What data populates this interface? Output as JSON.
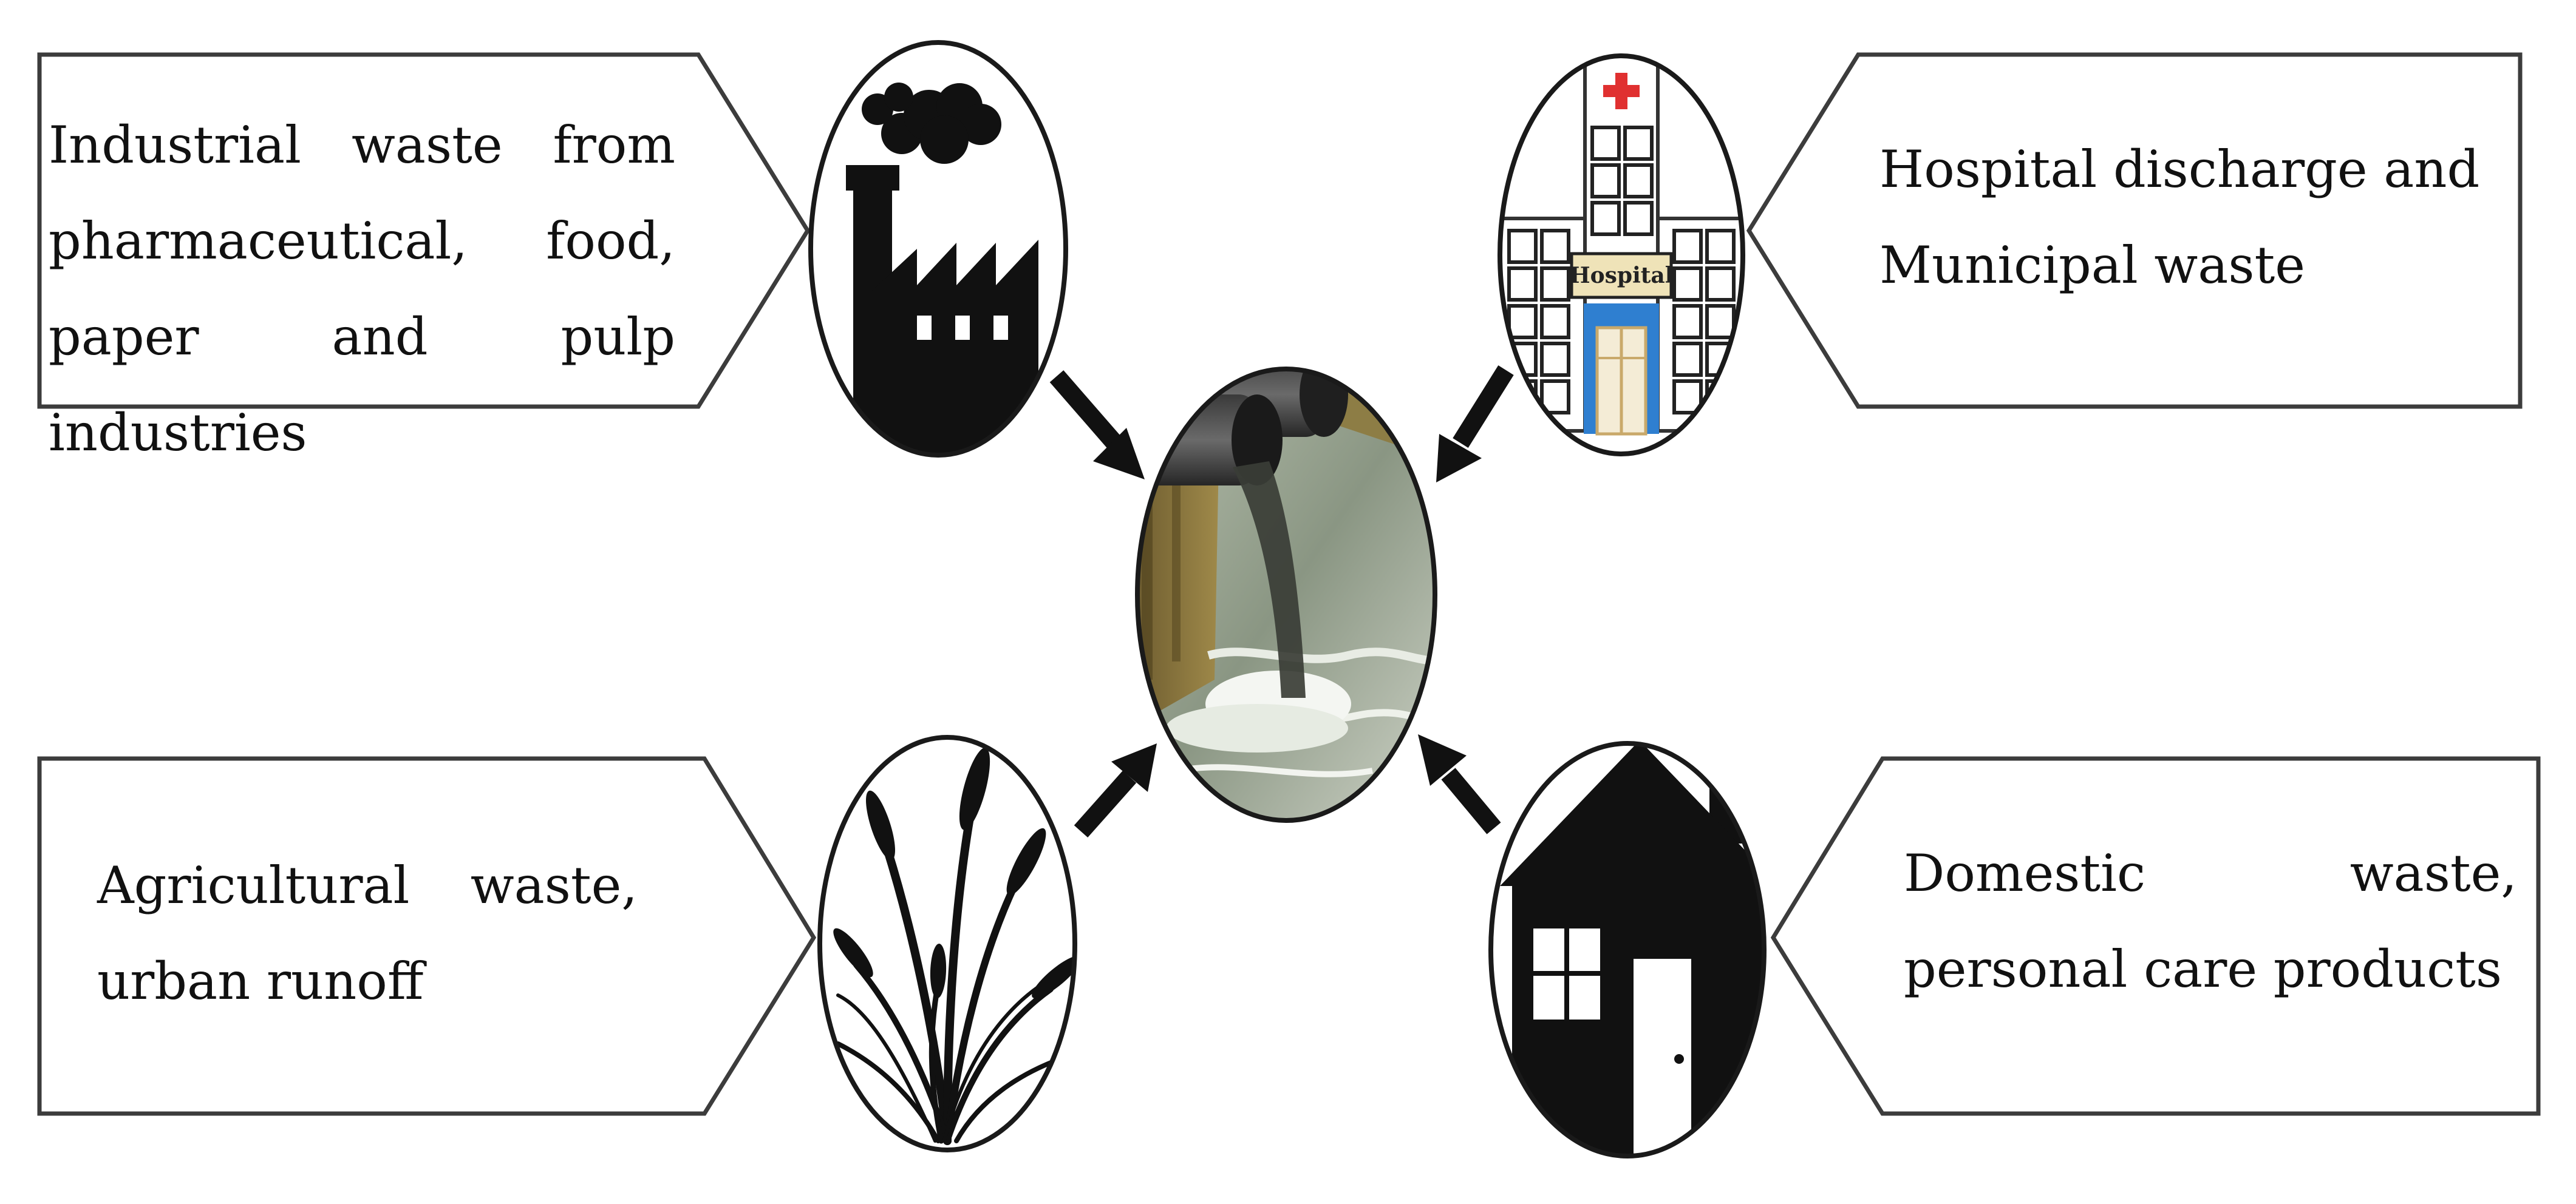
{
  "sources": {
    "industrial": {
      "text": "Industrial waste from pharmaceutical, food, paper and pulp industries",
      "icon": "factory-icon"
    },
    "hospital": {
      "text": "Hospital discharge and Municipal waste",
      "icon": "hospital-building-icon",
      "sign_text": "Hospital"
    },
    "agricultural": {
      "text": "Agricultural waste, urban runoff",
      "icon": "grass-wheat-icon"
    },
    "domestic": {
      "text": "Domestic waste, personal care products",
      "icon": "house-icon"
    }
  },
  "center": {
    "icon": "wastewater-discharge-pipe-icon"
  },
  "colors": {
    "ink": "#111111",
    "frame": "#404040",
    "hospital_cross": "#e03030",
    "hospital_door": "#2f7fd0",
    "water": "#7a8a78"
  }
}
